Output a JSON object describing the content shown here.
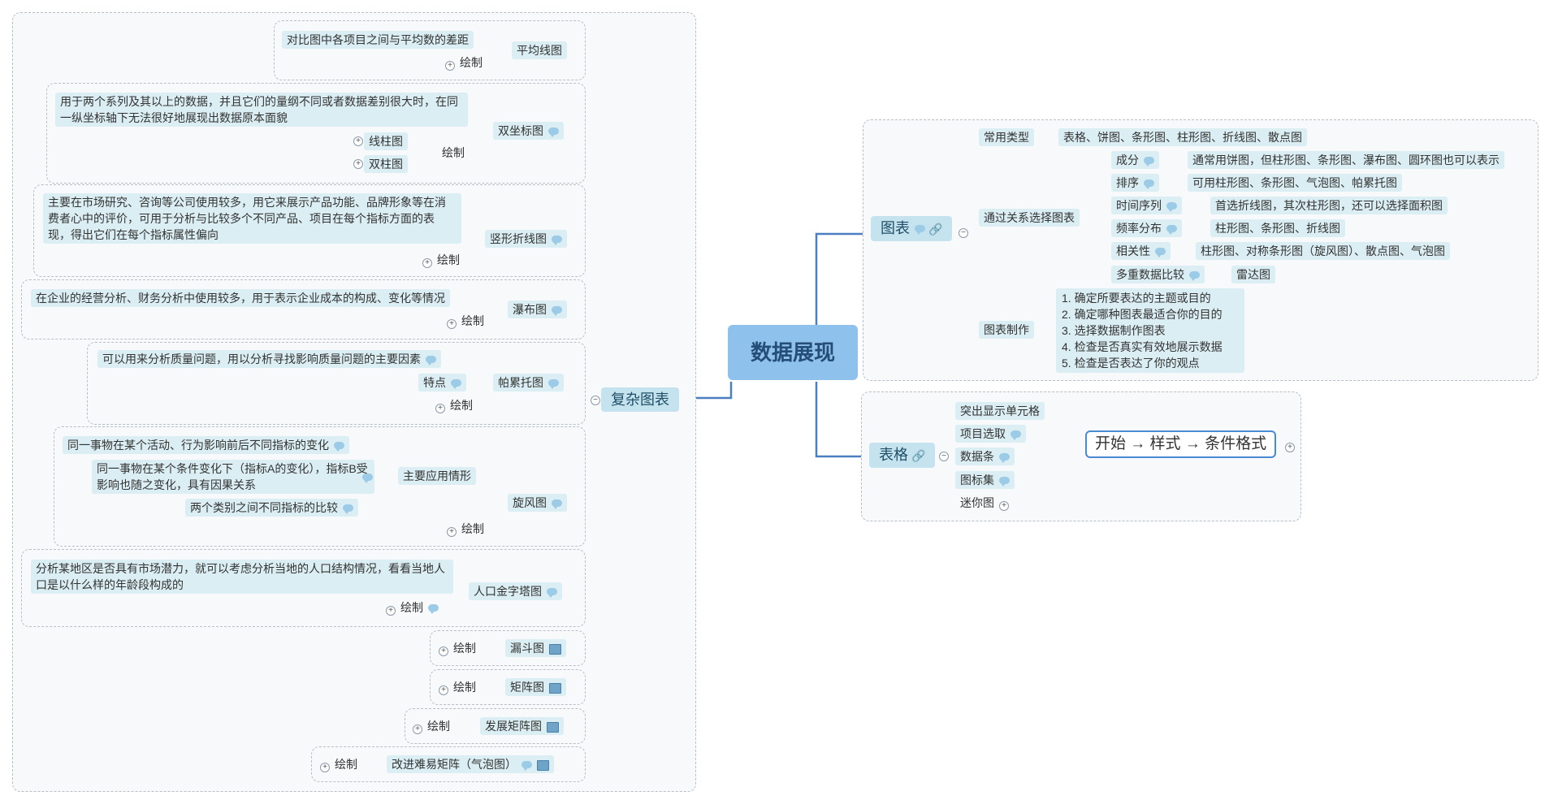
{
  "root": "数据展现",
  "left": {
    "title": "复杂图表",
    "groups": [
      {
        "name": "平均线图",
        "desc": "对比图中各项目之间与平均数的差距",
        "draw": "绘制"
      },
      {
        "name": "双坐标图",
        "desc": "用于两个系列及其以上的数据，并且它们的量纲不同或者数据差别很大时，在同一纵坐标轴下无法很好地展现出数据原本面貌",
        "draw": "绘制",
        "sub": [
          "线柱图",
          "双柱图"
        ]
      },
      {
        "name": "竖形折线图",
        "desc": "主要在市场研究、咨询等公司使用较多，用它来展示产品功能、品牌形象等在消费者心中的评价，可用于分析与比较多个不同产品、项目在每个指标方面的表现，得出它们在每个指标属性偏向",
        "draw": "绘制"
      },
      {
        "name": "瀑布图",
        "desc": "在企业的经营分析、财务分析中使用较多，用于表示企业成本的构成、变化等情况",
        "draw": "绘制"
      },
      {
        "name": "帕累托图",
        "desc": "可以用来分析质量问题，用以分析寻找影响质量问题的主要因素",
        "feature": "特点",
        "draw": "绘制"
      },
      {
        "name": "旋风图",
        "main_use": "主要应用情形",
        "uses": [
          "同一事物在某个活动、行为影响前后不同指标的变化",
          "同一事物在某个条件变化下（指标A的变化），指标B受影响也随之变化，具有因果关系",
          "两个类别之间不同指标的比较"
        ],
        "draw": "绘制"
      },
      {
        "name": "人口金字塔图",
        "desc": "分析某地区是否具有市场潜力，就可以考虑分析当地的人口结构情况，看看当地人口是以什么样的年龄段构成的",
        "draw": "绘制"
      },
      {
        "name": "漏斗图",
        "draw": "绘制"
      },
      {
        "name": "矩阵图",
        "draw": "绘制"
      },
      {
        "name": "发展矩阵图",
        "draw": "绘制"
      },
      {
        "name": "改进难易矩阵（气泡图）",
        "draw": "绘制"
      }
    ]
  },
  "chart": {
    "title": "图表",
    "common_label": "常用类型",
    "common_value": "表格、饼图、条形图、柱形图、折线图、散点图",
    "relation_label": "通过关系选择图表",
    "relations": [
      {
        "name": "成分",
        "value": "通常用饼图，但柱形图、条形图、瀑布图、圆环图也可以表示"
      },
      {
        "name": "排序",
        "value": "可用柱形图、条形图、气泡图、帕累托图"
      },
      {
        "name": "时间序列",
        "value": "首选折线图，其次柱形图，还可以选择面积图"
      },
      {
        "name": "频率分布",
        "value": "柱形图、条形图、折线图"
      },
      {
        "name": "相关性",
        "value": "柱形图、对称条形图（旋风图）、散点图、气泡图"
      },
      {
        "name": "多重数据比较",
        "value": "雷达图"
      }
    ],
    "make_label": "图表制作",
    "steps": [
      "1. 确定所要表达的主题或目的",
      "2. 确定哪种图表最适合你的目的",
      "3. 选择数据制作图表",
      "4. 检查是否真实有效地展示数据",
      "5. 检查是否表达了你的观点"
    ]
  },
  "table": {
    "title": "表格",
    "items": [
      "突出显示单元格",
      "项目选取",
      "数据条",
      "图标集",
      "迷你图"
    ],
    "summary": "开始 → 样式 → 条件格式"
  }
}
